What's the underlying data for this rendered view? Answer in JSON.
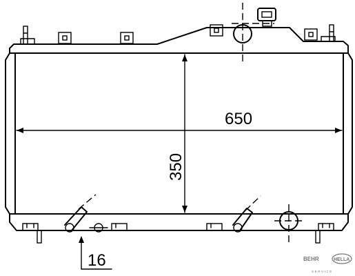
{
  "dimensions": {
    "width": "650",
    "height": "350",
    "offset": "16"
  },
  "branding": {
    "maker": "BEHR",
    "partner": "HELLA",
    "service": "SERVICE"
  }
}
